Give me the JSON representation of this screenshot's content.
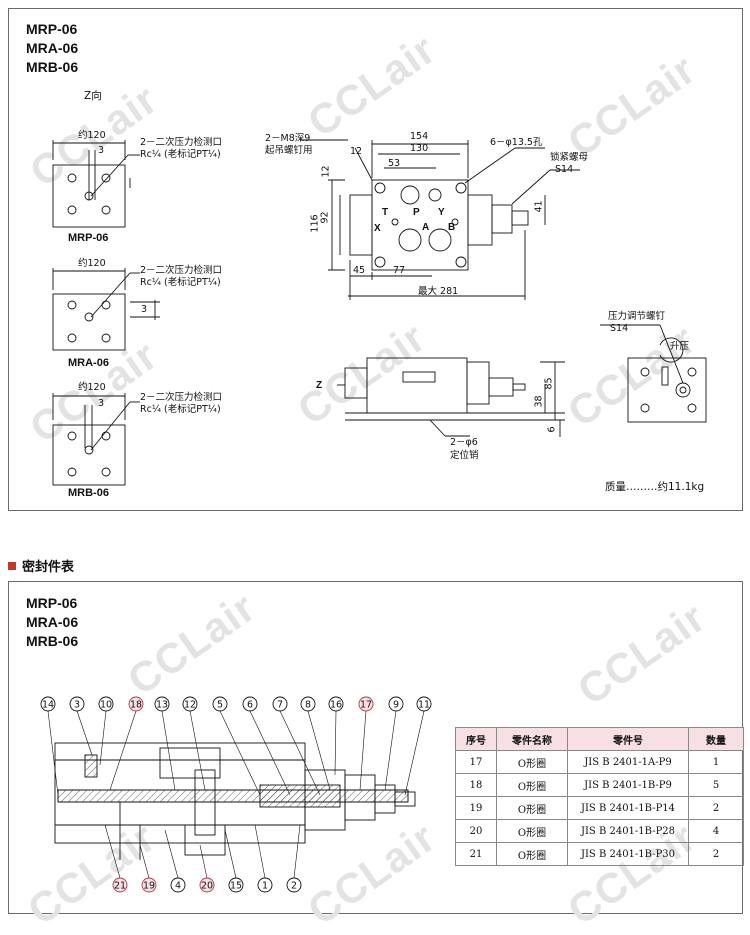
{
  "top_panel": {
    "models": [
      "MRP-06",
      "MRA-06",
      "MRB-06"
    ],
    "z_view": "Z向",
    "mrp": {
      "width_label": "约120",
      "offset_label": "3",
      "note1": "2－二次压力检测口",
      "note2": "Rc¼ (老标记PT¼)",
      "caption": "MRP-06"
    },
    "mra": {
      "width_label": "约120",
      "offset_label": "3",
      "note1": "2－二次压力检测口",
      "note2": "Rc¼ (老标记PT¼)",
      "caption": "MRA-06"
    },
    "mrb": {
      "width_label": "约120",
      "offset_label": "3",
      "note1": "2－二次压力检测口",
      "note2": "Rc¼ (老标记PT¼)",
      "caption": "MRB-06"
    },
    "main_view": {
      "screw_note1": "2－M8深9",
      "screw_note2": "起吊螺钉用",
      "dim_154": "154",
      "dim_130": "130",
      "dim_53": "53",
      "dim_12_top": "12",
      "dim_12_side": "12",
      "hole_note": "6－φ13.5孔",
      "nut_note1": "锁紧螺母",
      "nut_note2": "S14",
      "dim_41": "41",
      "dim_116": "116",
      "dim_92": "92",
      "dim_45": "45",
      "dim_77": "77",
      "dim_max": "最大 281",
      "ports": [
        "T",
        "P",
        "Y",
        "X",
        "A",
        "B"
      ]
    },
    "side_view": {
      "z_label": "Z",
      "dim_85": "85",
      "dim_38": "38",
      "dim_6": "6",
      "pin_note1": "2－φ6",
      "pin_note2": "定位销"
    },
    "adjust_view": {
      "note1": "压力调节螺钉",
      "note2": "S14",
      "rise": "升压"
    },
    "mass": "质量………约11.1kg"
  },
  "section": {
    "title": "密封件表"
  },
  "bottom_panel": {
    "models": [
      "MRP-06",
      "MRA-06",
      "MRB-06"
    ],
    "callouts_top": [
      {
        "n": "14",
        "red": false
      },
      {
        "n": "3",
        "red": false
      },
      {
        "n": "10",
        "red": false
      },
      {
        "n": "18",
        "red": true
      },
      {
        "n": "13",
        "red": false
      },
      {
        "n": "12",
        "red": false
      },
      {
        "n": "5",
        "red": false
      },
      {
        "n": "6",
        "red": false
      },
      {
        "n": "7",
        "red": false
      },
      {
        "n": "8",
        "red": false
      },
      {
        "n": "16",
        "red": false
      },
      {
        "n": "17",
        "red": true
      },
      {
        "n": "9",
        "red": false
      },
      {
        "n": "11",
        "red": false
      }
    ],
    "callouts_bottom": [
      {
        "n": "21",
        "red": true
      },
      {
        "n": "19",
        "red": true
      },
      {
        "n": "4",
        "red": false
      },
      {
        "n": "20",
        "red": true
      },
      {
        "n": "15",
        "red": false
      },
      {
        "n": "1",
        "red": false
      },
      {
        "n": "2",
        "red": false
      }
    ],
    "table": {
      "headers": [
        "序号",
        "零件名称",
        "零件号",
        "数量"
      ],
      "rows": [
        [
          "17",
          "O形圈",
          "JIS B 2401-1A-P9",
          "1"
        ],
        [
          "18",
          "O形圈",
          "JIS B 2401-1B-P9",
          "5"
        ],
        [
          "19",
          "O形圈",
          "JIS B 2401-1B-P14",
          "2"
        ],
        [
          "20",
          "O形圈",
          "JIS B 2401-1B-P28",
          "4"
        ],
        [
          "21",
          "O形圈",
          "JIS B 2401-1B-P30",
          "2"
        ]
      ]
    }
  },
  "watermark": "CCLair",
  "colors": {
    "accent": "#c0392b",
    "header_bg": "#f6e0e3",
    "border": "#6b6b6b"
  }
}
